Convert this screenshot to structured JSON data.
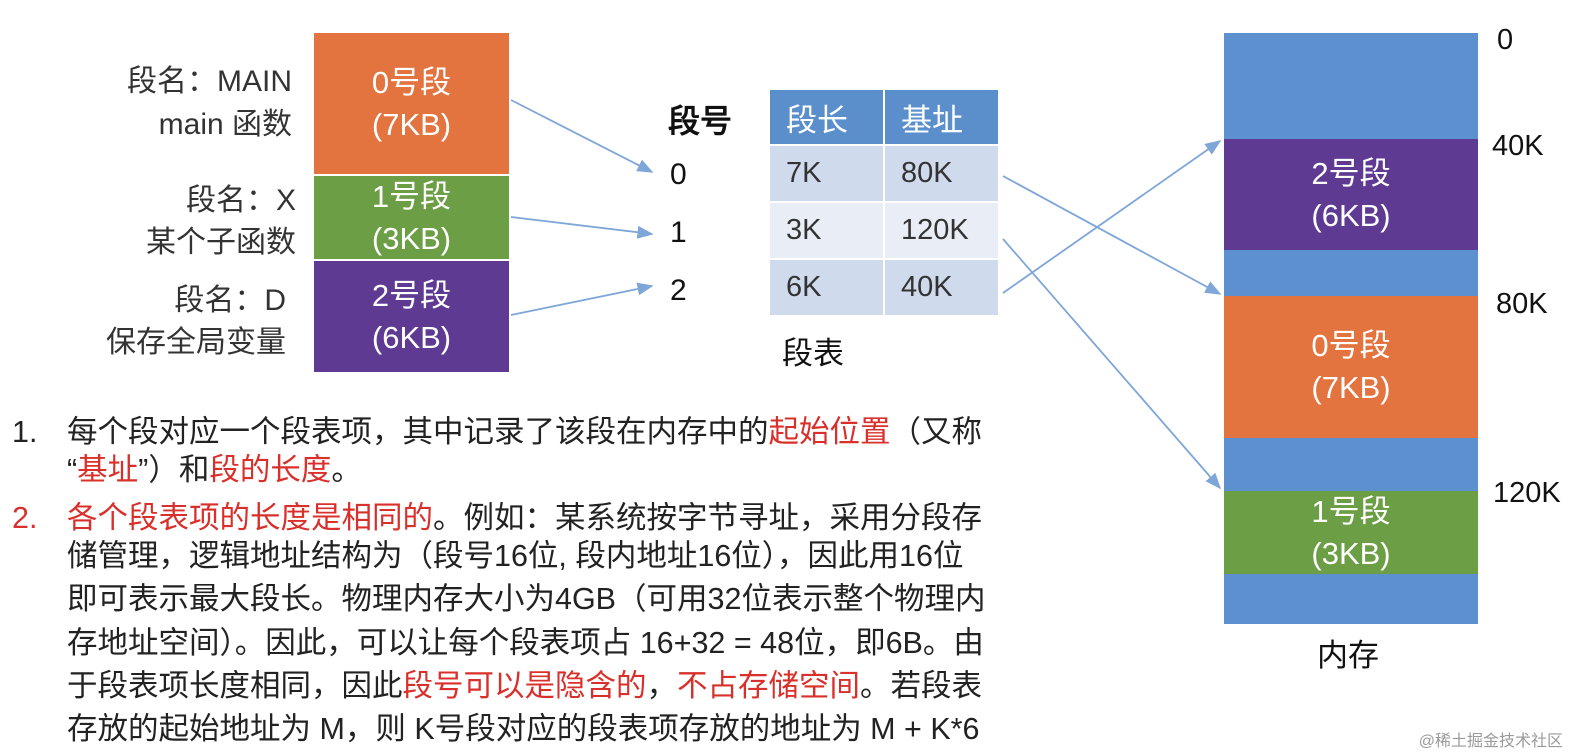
{
  "logical": {
    "segments": [
      {
        "name_label": "段名：MAIN",
        "desc": "main 函数",
        "block_title": "0号段",
        "block_size": "(7KB)"
      },
      {
        "name_label": "段名：X",
        "desc": "某个子函数",
        "block_title": "1号段",
        "block_size": "(3KB)"
      },
      {
        "name_label": "段名：D",
        "desc": "保存全局变量",
        "block_title": "2号段",
        "block_size": "(6KB)"
      }
    ]
  },
  "segment_table": {
    "index_header": "段号",
    "headers": [
      "段长",
      "基址"
    ],
    "rows": [
      {
        "index": "0",
        "length": "7K",
        "base": "80K"
      },
      {
        "index": "1",
        "length": "3K",
        "base": "120K"
      },
      {
        "index": "2",
        "length": "6K",
        "base": "40K"
      }
    ],
    "caption": "段表"
  },
  "memory": {
    "caption": "内存",
    "addresses": [
      "0",
      "40K",
      "80K",
      "120K"
    ],
    "blocks": [
      {
        "title": "2号段",
        "size": "(6KB)"
      },
      {
        "title": "0号段",
        "size": "(7KB)"
      },
      {
        "title": "1号段",
        "size": "(3KB)"
      }
    ]
  },
  "notes": {
    "item1": {
      "num": "1.",
      "l1_a": "每个段对应一个段表项，其中记录了该段在内存中的",
      "l1_red": "起始位置",
      "l1_b": "（又称",
      "l2_a": "“",
      "l2_red1": "基址",
      "l2_b": "”）和",
      "l2_red2": "段的长度",
      "l2_c": "。"
    },
    "item2": {
      "num": "2.",
      "l1_red": "各个段表项的长度是相同的",
      "l1_b": "。例如：某系统按字节寻址，采用分段存",
      "l2": "储管理，逻辑地址结构为（段号16位, 段内地址16位），因此用16位",
      "l3": "即可表示最大段长。物理内存大小为4GB（可用32位表示整个物理内",
      "l4": "存地址空间）。因此，可以让每个段表项占 16+32 = 48位，即6B。由",
      "l5_a": "于段表项长度相同，因此",
      "l5_red1": "段号可以是隐含的",
      "l5_b": "，",
      "l5_red2": "不占存储空间",
      "l5_c": "。若段表",
      "l6": "存放的起始地址为 M，则 K号段对应的段表项存放的地址为 M + K*6"
    }
  },
  "watermark": "@稀土掘金技术社区",
  "colors": {
    "orange": "#e3733f",
    "green": "#6c9e45",
    "purple": "#5e3a93",
    "memory_blue": "#5c90cf",
    "header_blue": "#5b8fcc",
    "arrow": "#7ea6d8",
    "red_text": "#d9302b"
  }
}
